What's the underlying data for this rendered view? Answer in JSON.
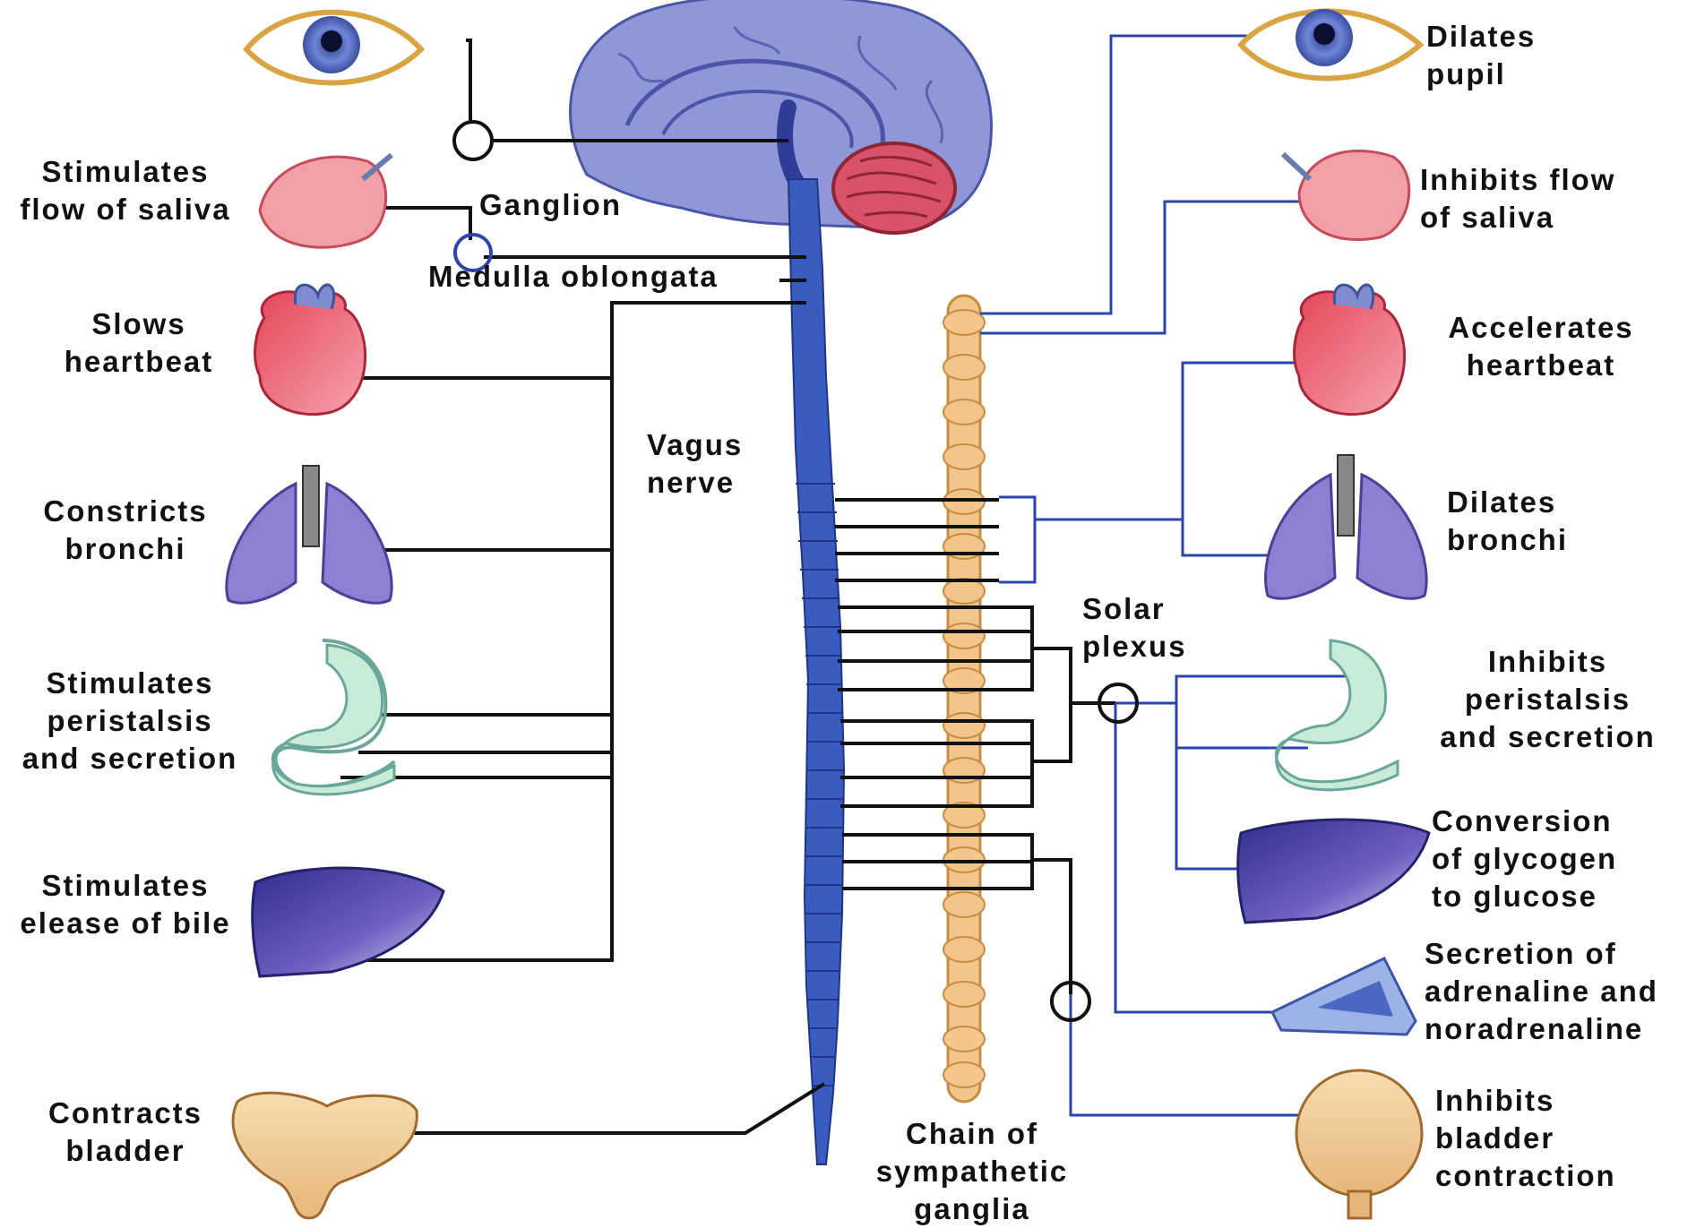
{
  "colors": {
    "background": "#ffffff",
    "spinal_cord": "#3a5bbf",
    "sympathetic_chain": "#f2c58a",
    "parasympathetic_line": "#111111",
    "sympathetic_line": "#2b45a8"
  },
  "parasympathetic_effects": [
    {
      "id": "saliva",
      "text": "Stimulates\nflow of saliva",
      "organ": "salivary-gland"
    },
    {
      "id": "heart",
      "text": "Slows\nheartbeat",
      "organ": "heart"
    },
    {
      "id": "bronchi",
      "text": "Constricts\nbronchi",
      "organ": "lungs"
    },
    {
      "id": "stomach",
      "text": "Stimulates\nperistalsis\nand secretion",
      "organ": "stomach"
    },
    {
      "id": "bile",
      "text": "Stimulates\nelease of bile",
      "organ": "liver"
    },
    {
      "id": "bladder",
      "text": "Contracts\nbladder",
      "organ": "bladder"
    }
  ],
  "sympathetic_effects": [
    {
      "id": "pupil",
      "text": "Dilates\npupil",
      "organ": "eye"
    },
    {
      "id": "saliva",
      "text": "Inhibits flow\nof saliva",
      "organ": "salivary-gland"
    },
    {
      "id": "heart",
      "text": "Accelerates\nheartbeat",
      "organ": "heart"
    },
    {
      "id": "bronchi",
      "text": "Dilates\nbronchi",
      "organ": "lungs"
    },
    {
      "id": "stomach",
      "text": "Inhibits\nperistalsis\nand secretion",
      "organ": "stomach"
    },
    {
      "id": "liver",
      "text": "Conversion\nof glycogen\nto glucose",
      "organ": "liver"
    },
    {
      "id": "adrenal",
      "text": "Secretion of\nadrenaline and\nnoradrenaline",
      "organ": "adrenal-gland"
    },
    {
      "id": "bladder",
      "text": "Inhibits\nbladder\ncontraction",
      "organ": "bladder"
    }
  ],
  "structures": {
    "ganglion": "Ganglion",
    "medulla": "Medulla oblongata",
    "vagus": "Vagus\nnerve",
    "solar_plexus": "Solar\nplexus",
    "chain": "Chain of\nsympathetic\nganglia"
  }
}
